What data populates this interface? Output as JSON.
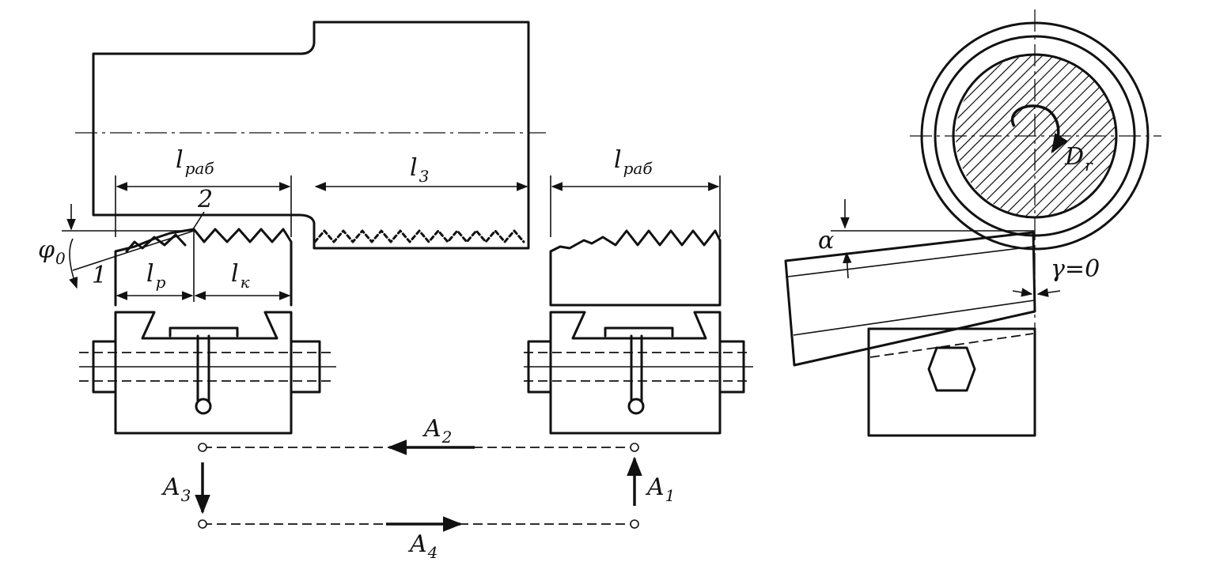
{
  "labels": {
    "l_rab_left": {
      "base": "l",
      "sub": "раб"
    },
    "l_3": {
      "base": "l",
      "sub": "3"
    },
    "l_rab_right": {
      "base": "l",
      "sub": "раб"
    },
    "l_p": {
      "base": "l",
      "sub": "р"
    },
    "l_k": {
      "base": "l",
      "sub": "к"
    },
    "phi_0": {
      "base": "φ",
      "sub": "0"
    },
    "point_1": "1",
    "point_2": "2",
    "alpha": "α",
    "gamma": "γ=0",
    "D_r": {
      "base": "D",
      "sub": "r"
    },
    "A1": {
      "base": "A",
      "sub": "1"
    },
    "A2": {
      "base": "A",
      "sub": "2"
    },
    "A3": {
      "base": "A",
      "sub": "3"
    },
    "A4": {
      "base": "A",
      "sub": "4"
    }
  }
}
